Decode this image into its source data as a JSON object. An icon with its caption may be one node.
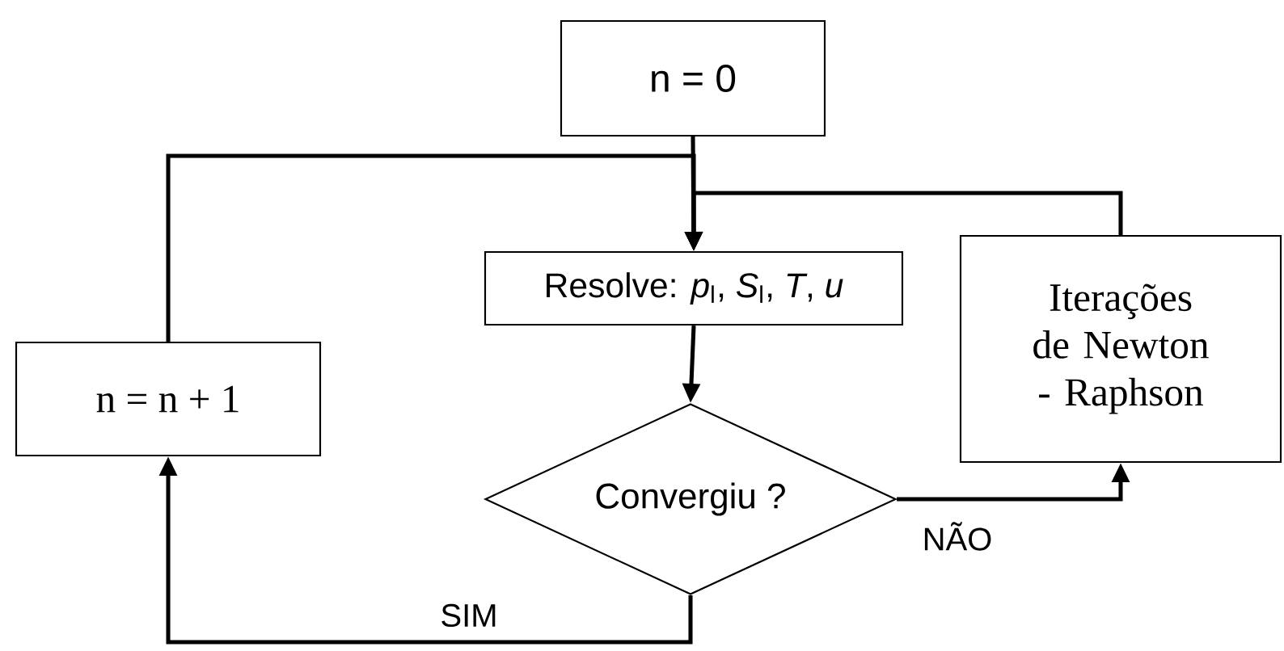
{
  "diagram": {
    "nodes": [
      {
        "text": [
          "n = 0"
        ]
      },
      {
        "text": [
          "Resolve:  *p*$_{l}$, *S*$_{l}$, *T*, *u*"
        ]
      },
      {
        "text": [
          "Convergiu ?"
        ]
      },
      {
        "text": [
          "Iterações de Newton - Raphson"
        ]
      },
      {
        "text": [
          "n = n + 1"
        ]
      }
    ],
    "edges": [
      {
        "from": 0,
        "to": 1,
        "arrow": "to"
      },
      {
        "from": 1,
        "to": 2,
        "arrow": "to"
      },
      {
        "from": 2,
        "to": 3,
        "arrow": "to",
        "label": "NÃO"
      },
      {
        "from": 3,
        "to": 1,
        "arrow": "to"
      },
      {
        "from": 2,
        "to": 4,
        "arrow": "to",
        "label": "SIM"
      },
      {
        "from": 4,
        "to": 1,
        "arrow": "to"
      }
    ]
  }
}
